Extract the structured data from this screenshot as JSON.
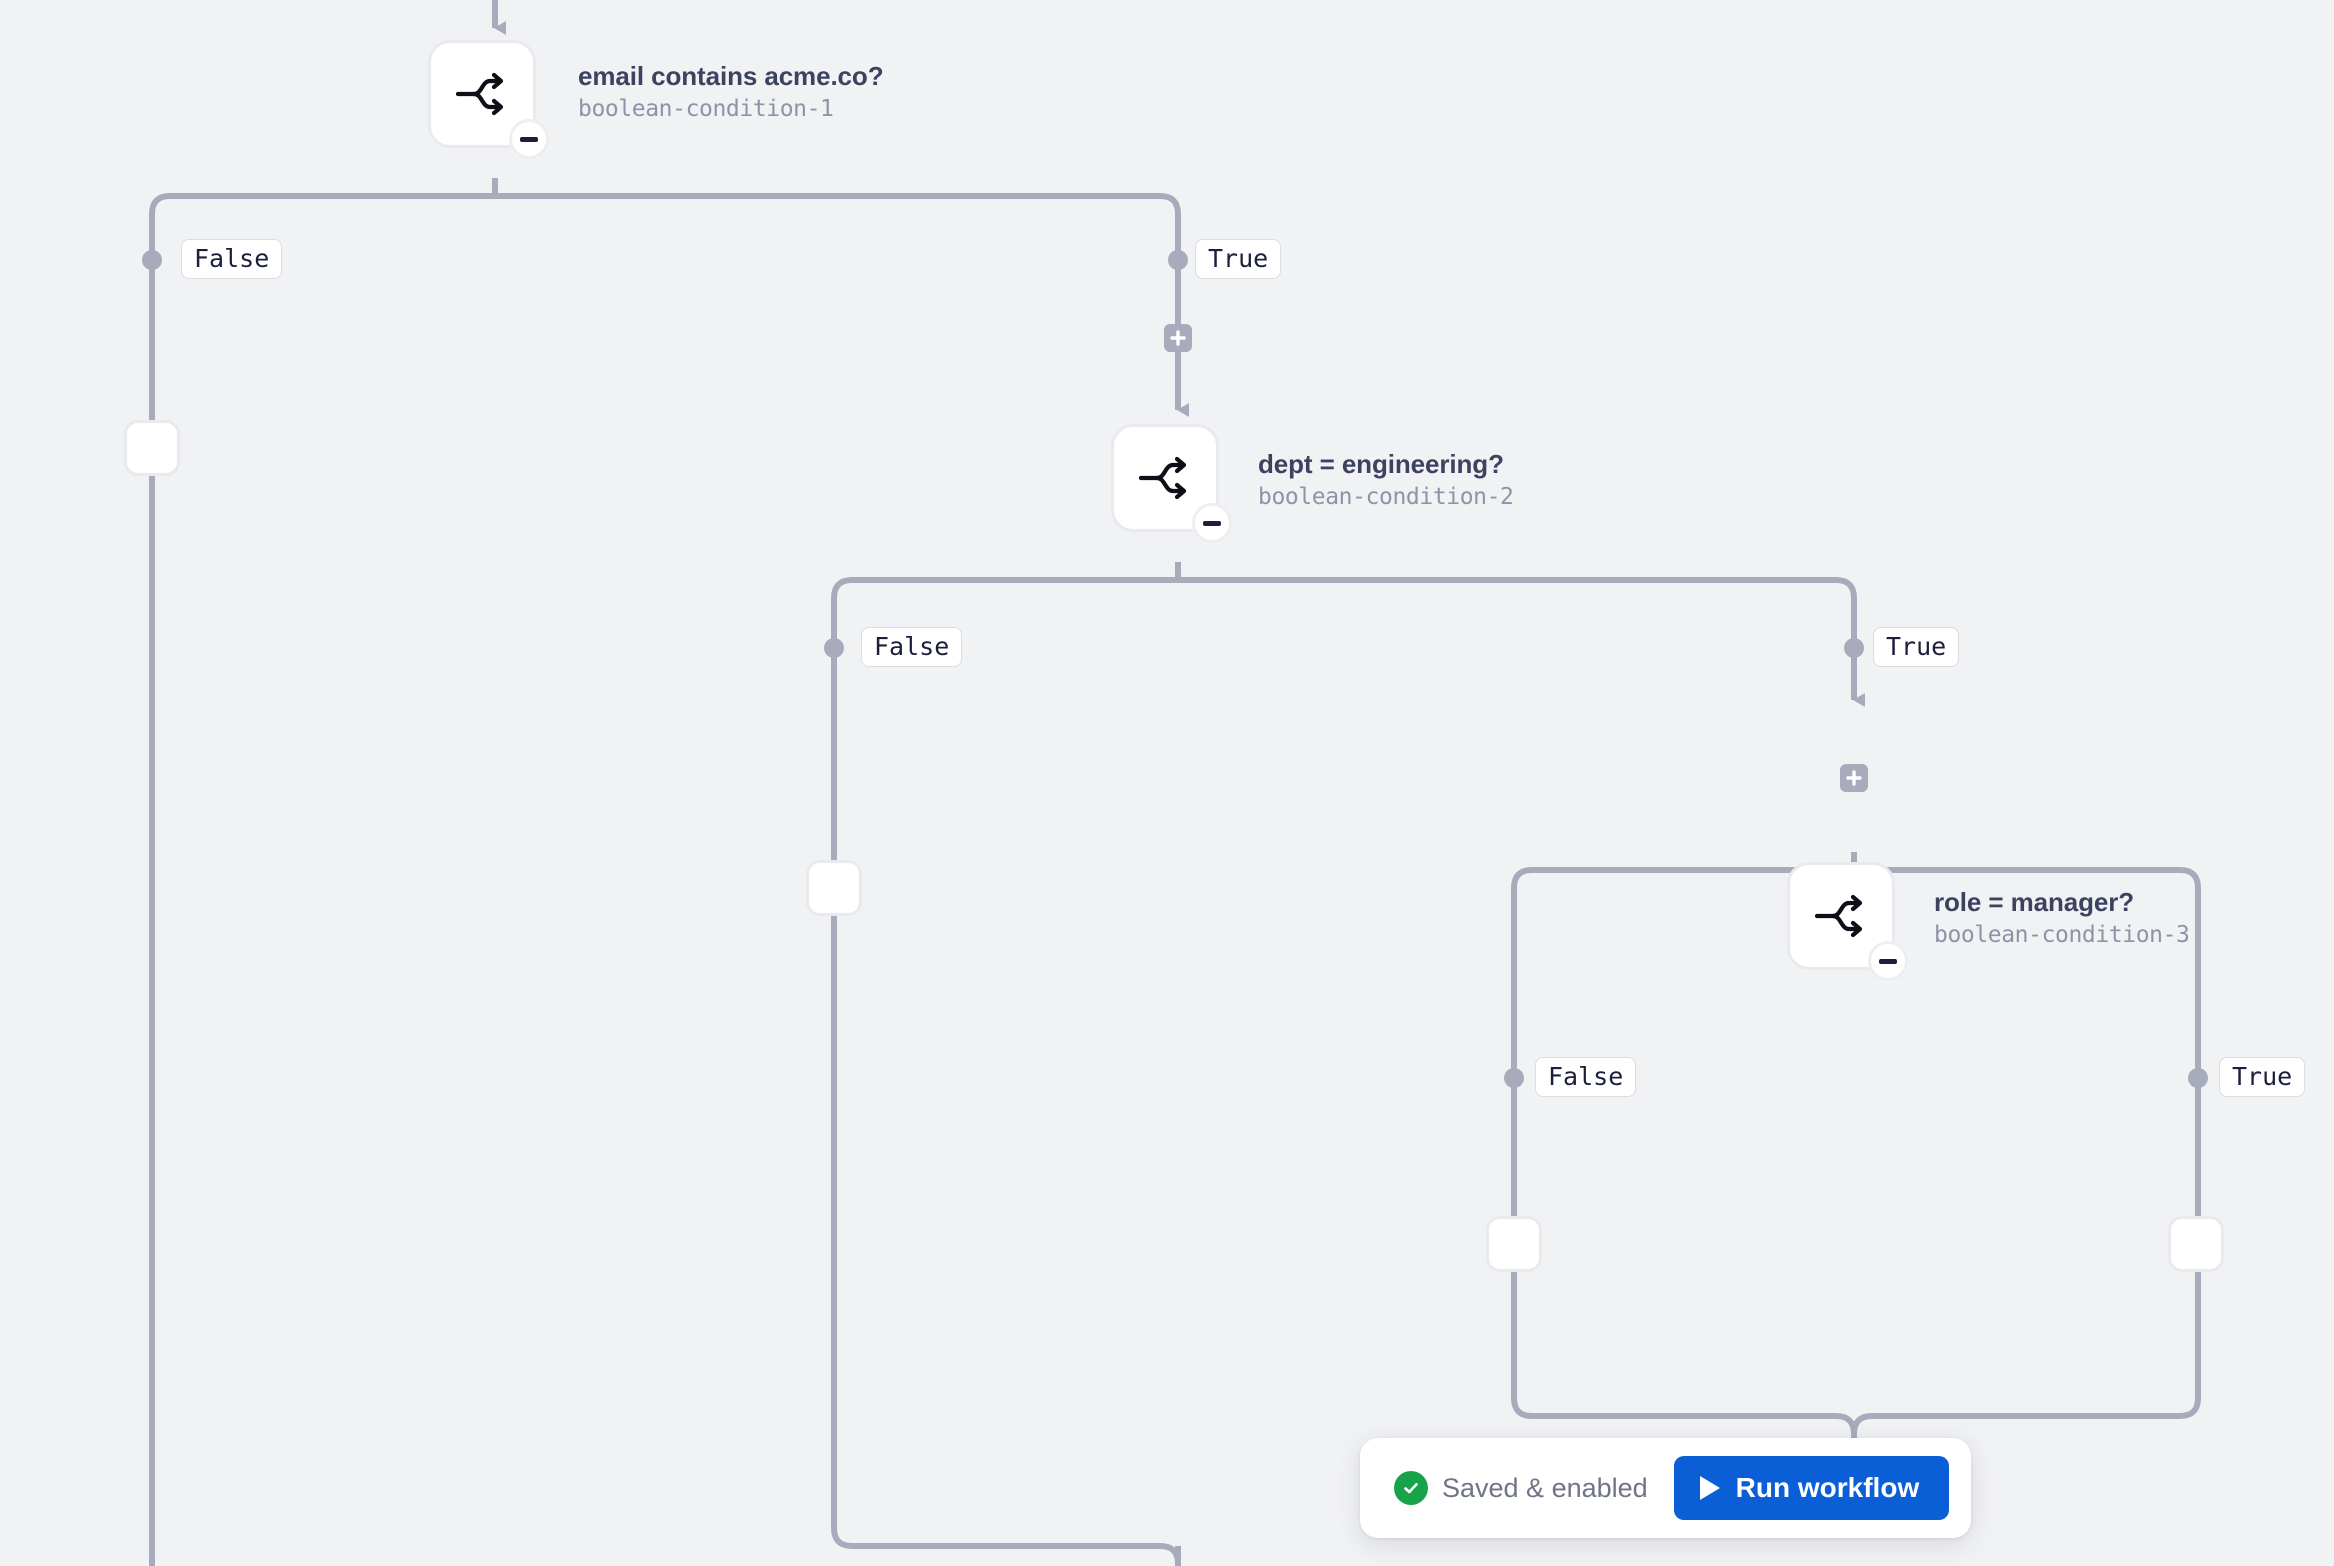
{
  "canvas": {
    "background_color": "#f1f2f4",
    "edge_color": "#a8abbb"
  },
  "nodes": [
    {
      "id": "boolean-condition-1",
      "title": "email contains acme.co?",
      "subtitle": "boolean-condition-1",
      "icon": "branch-split-icon",
      "collapse_badge": "minus-icon"
    },
    {
      "id": "boolean-condition-2",
      "title": "dept = engineering?",
      "subtitle": "boolean-condition-2",
      "icon": "branch-split-icon",
      "collapse_badge": "minus-icon"
    },
    {
      "id": "boolean-condition-3",
      "title": "role = manager?",
      "subtitle": "boolean-condition-3",
      "icon": "branch-split-icon",
      "collapse_badge": "minus-icon"
    }
  ],
  "edge_labels": {
    "n1_false": "False",
    "n1_true": "True",
    "n2_false": "False",
    "n2_true": "True",
    "n3_false": "False",
    "n3_true": "True"
  },
  "add_buttons": {
    "n1_true_add": "+",
    "n2_true_add": "+"
  },
  "toolbar": {
    "status_text": "Saved & enabled",
    "status_icon": "check-circle-icon",
    "status_color": "#16a34a",
    "run_label": "Run workflow",
    "run_icon": "play-icon",
    "run_color": "#0b5fd6"
  }
}
